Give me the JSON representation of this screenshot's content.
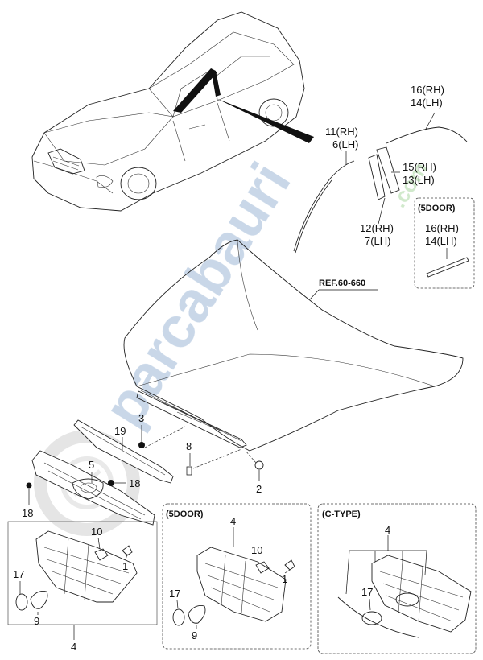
{
  "watermark": {
    "text": "parcabauri",
    "suffix": ".com",
    "colors": {
      "blue": "#9db7d6",
      "green": "#a9d7a0"
    }
  },
  "reference": {
    "label": "REF.60-660"
  },
  "callouts": {
    "c16_14_top": {
      "line1": "16(RH)",
      "line2": "14(LH)"
    },
    "c11_6": {
      "line1": "11(RH)",
      "line2": "6(LH)"
    },
    "c15_13": {
      "line1": "15(RH)",
      "line2": "13(LH)"
    },
    "c12_7": {
      "line1": "12(RH)",
      "line2": "7(LH)"
    },
    "c16_14_box": {
      "line1": "16(RH)",
      "line2": "14(LH)"
    },
    "n19": "19",
    "n3": "3",
    "n8": "8",
    "n2": "2",
    "n5": "5",
    "n18a": "18",
    "n18b": "18",
    "n10": "10",
    "n1": "1",
    "n17": "17",
    "n9": "9",
    "n4": "4"
  },
  "boxes": {
    "five_door_top": {
      "title": "(5DOOR)"
    },
    "five_door_grille": {
      "title": "(5DOOR)",
      "n4": "4",
      "n10": "10",
      "n1": "1",
      "n17": "17",
      "n9": "9"
    },
    "c_type": {
      "title": "(C-TYPE)",
      "n4": "4",
      "n17": "17"
    }
  }
}
